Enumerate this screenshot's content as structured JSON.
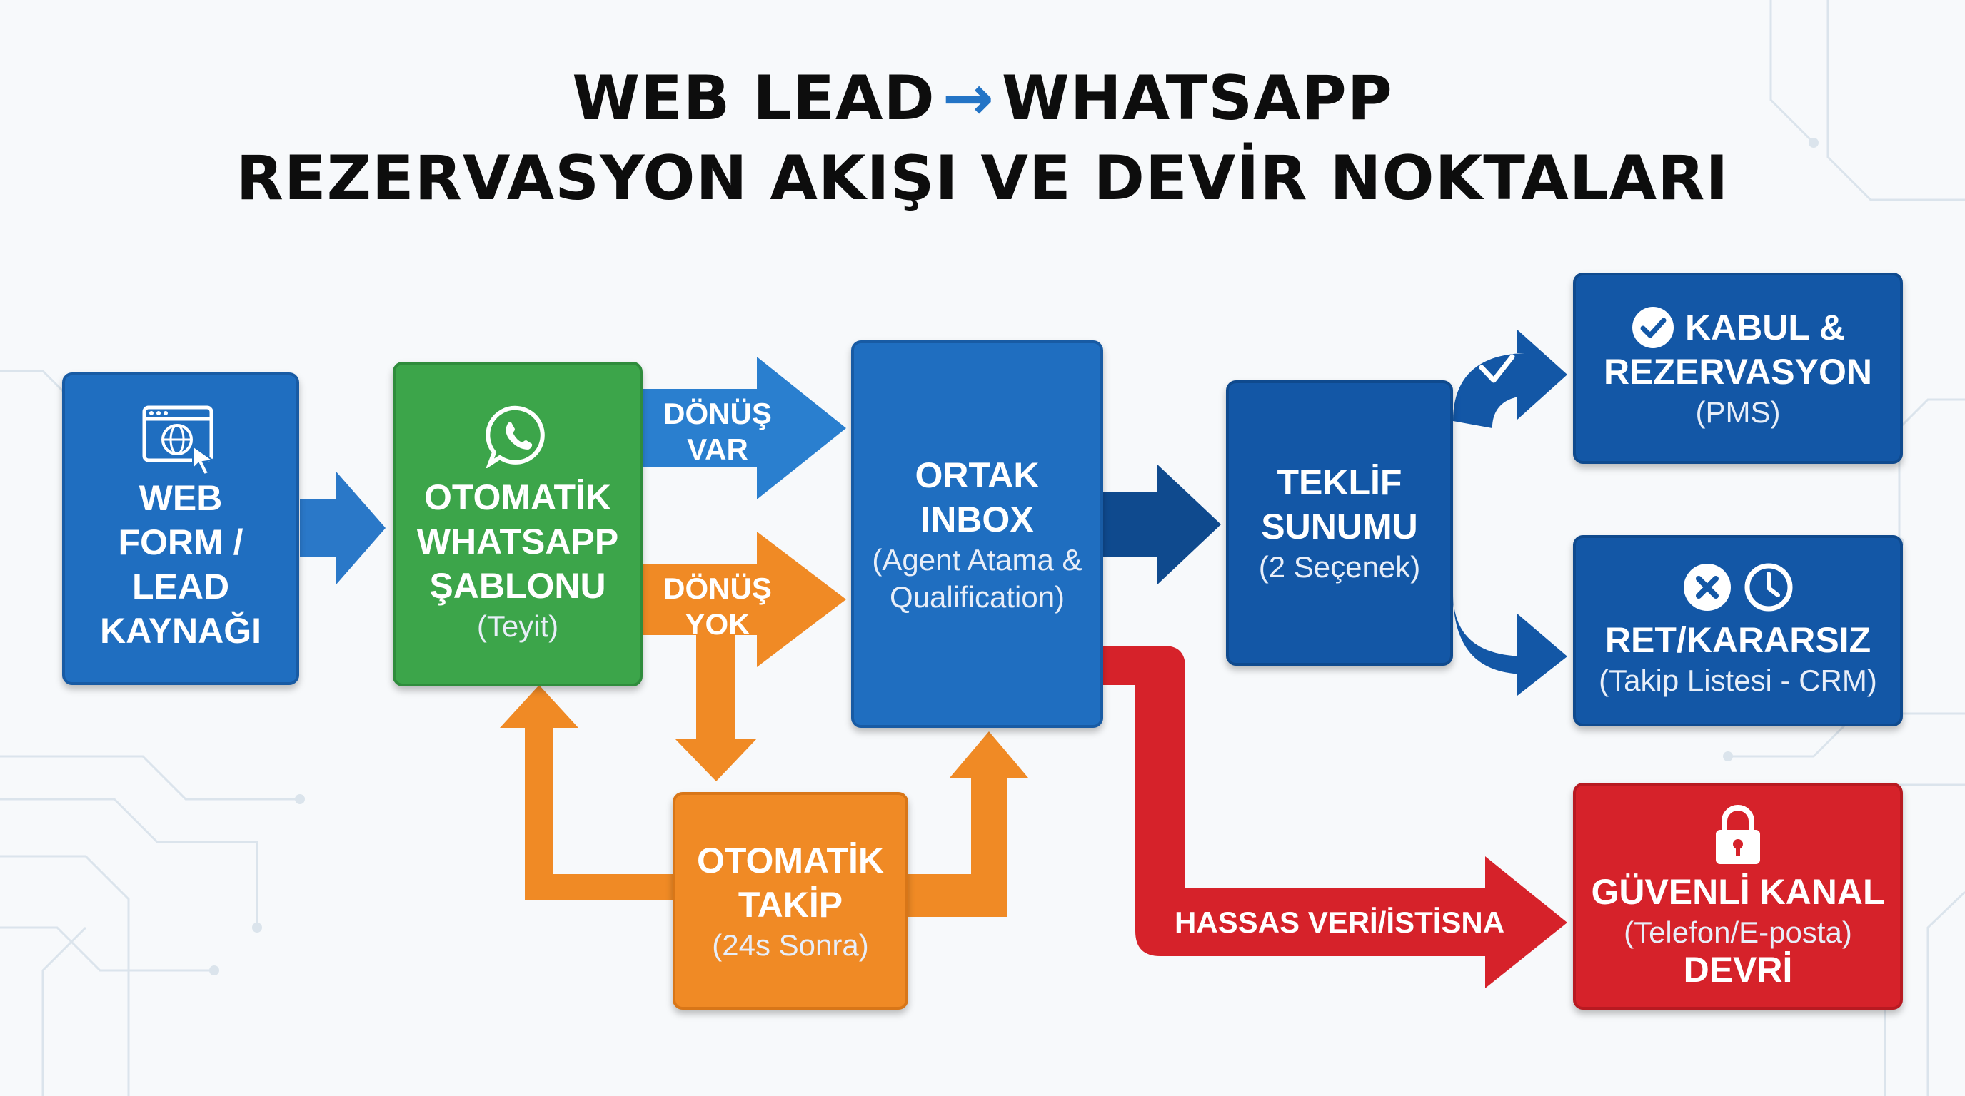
{
  "title": {
    "line1_left": "WEB LEAD",
    "line1_arrow": "→",
    "line1_right": "WHATSAPP",
    "line2": "REZERVASYON AKIŞI VE DEVİR NOKTALARI"
  },
  "nodes": {
    "web_form": {
      "lines": [
        "WEB",
        "FORM /",
        "LEAD",
        "KAYNAĞI"
      ]
    },
    "whatsapp_template": {
      "lines": [
        "OTOMATİK",
        "WHATSAPP",
        "ŞABLONU"
      ],
      "sub": "(Teyit)"
    },
    "shared_inbox": {
      "lines": [
        "ORTAK",
        "INBOX"
      ],
      "sub1": "(Agent Atama &",
      "sub2": "Qualification)"
    },
    "offer": {
      "lines": [
        "TEKLİF",
        "SUNUMU"
      ],
      "sub": "(2 Seçenek)"
    },
    "accept": {
      "lines": [
        "KABUL &",
        "REZERVASYON"
      ],
      "sub": "(PMS)"
    },
    "reject": {
      "main": "RET/KARARSIZ",
      "sub": "(Takip Listesi - CRM)"
    },
    "secure": {
      "main": "GÜVENLİ KANAL",
      "sub": "(Telefon/E-posta)",
      "sub2": "DEVRİ"
    },
    "followup": {
      "lines": [
        "OTOMATİK",
        "TAKİP"
      ],
      "sub": "(24s Sonra)"
    }
  },
  "edges": {
    "reply_yes": [
      "DÖNÜŞ",
      "VAR"
    ],
    "reply_no": [
      "DÖNÜŞ",
      "YOK"
    ],
    "sensitive": "HASSAS VERİ/İSTİSNA"
  },
  "icons": {
    "web_form": "web-browser-globe-icon",
    "whatsapp": "whatsapp-icon",
    "accept": "check-circle-icon",
    "accept_edge": "check-icon",
    "reject_x": "x-circle-icon",
    "reject_clock": "clock-icon",
    "secure": "lock-icon"
  },
  "colors": {
    "blue": "#1f6ec0",
    "dark_blue": "#1357a6",
    "green": "#3ca54a",
    "orange": "#f08a25",
    "red": "#d6222a",
    "title_arrow": "#2374c6"
  }
}
